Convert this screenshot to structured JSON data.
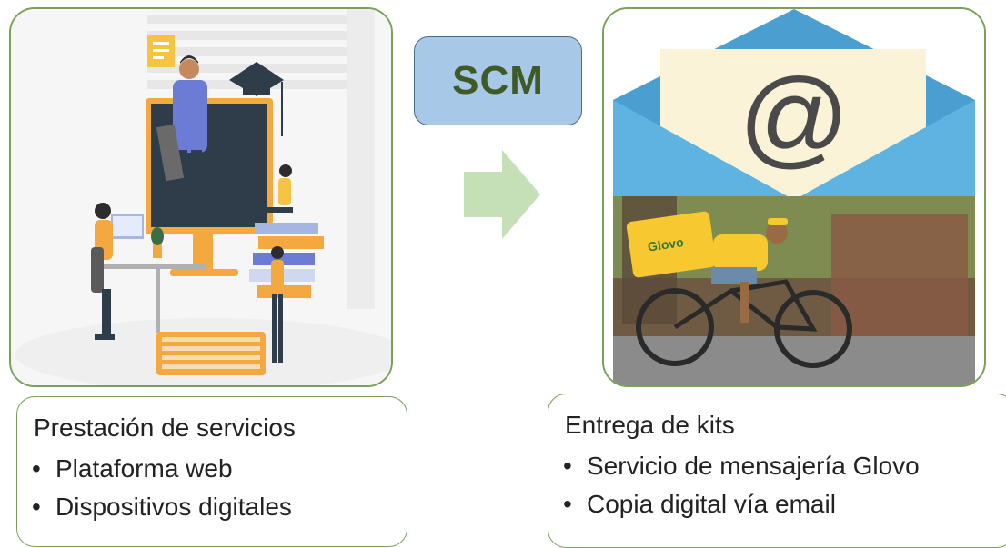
{
  "center": {
    "label": "SCM",
    "box_color": "#a8c8e8",
    "text_color": "#3f5a26",
    "arrow_color": "#c5dfb7"
  },
  "left": {
    "illustration": "online-teacher-illustration",
    "title": "Prestación de servicios",
    "items": [
      "Plataforma web",
      "Dispositivos digitales"
    ]
  },
  "right": {
    "illustration": "email-envelope-and-glovo-courier-photo",
    "envelope_symbol": "@",
    "box_brand": "Glovo",
    "title": "Entrega de kits",
    "items": [
      "Servicio de mensajería Glovo",
      "Copia digital vía email"
    ]
  },
  "bullet": "•",
  "border_color": "#7aa05a"
}
